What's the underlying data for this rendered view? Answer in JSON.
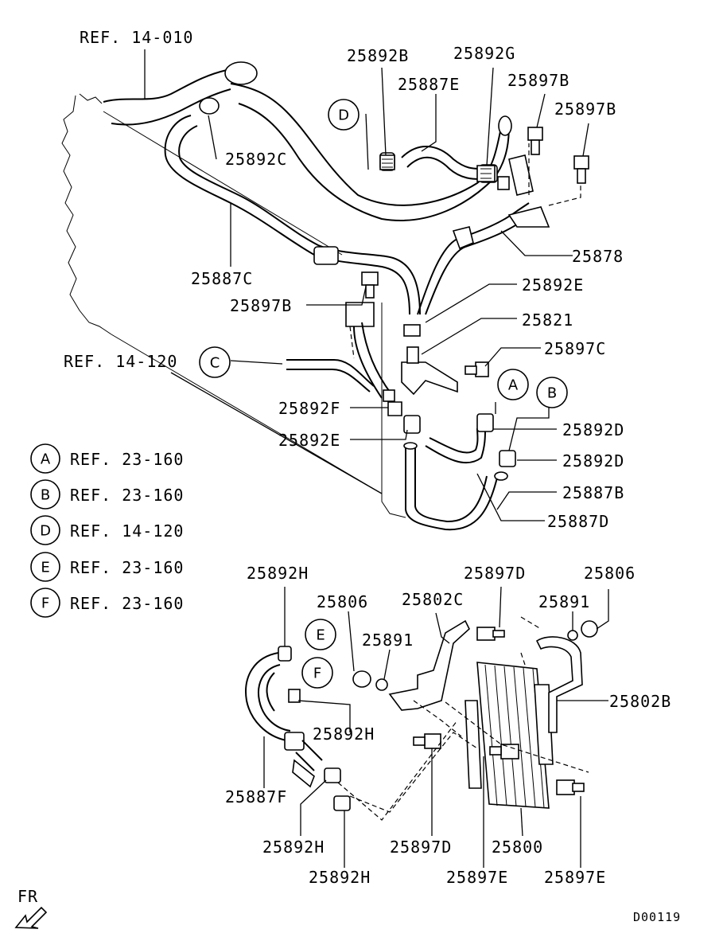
{
  "diagram_id": "D00119",
  "direction_label": "FR",
  "references": {
    "ref_14_010": "REF. 14-010",
    "ref_14_120": "REF. 14-120"
  },
  "legend": [
    {
      "letter": "A",
      "ref": "REF. 23-160"
    },
    {
      "letter": "B",
      "ref": "REF. 23-160"
    },
    {
      "letter": "D",
      "ref": "REF. 14-120"
    },
    {
      "letter": "E",
      "ref": "REF. 23-160"
    },
    {
      "letter": "F",
      "ref": "REF. 23-160"
    }
  ],
  "markers": {
    "A": "A",
    "B": "B",
    "C": "C",
    "D": "D",
    "E": "E",
    "F": "F"
  },
  "parts_upper": {
    "p25892B": "25892B",
    "p25892G": "25892G",
    "p25887E": "25887E",
    "p25897B_1": "25897B",
    "p25897B_2": "25897B",
    "p25892C": "25892C",
    "p25878": "25878",
    "p25887C": "25887C",
    "p25897B_3": "25897B",
    "p25892E_1": "25892E",
    "p25821": "25821",
    "p25897C": "25897C",
    "p25892F": "25892F",
    "p25892E_2": "25892E",
    "p25892D_1": "25892D",
    "p25892D_2": "25892D",
    "p25887B": "25887B",
    "p25887D": "25887D"
  },
  "parts_lower": {
    "p25892H_1": "25892H",
    "p25806_1": "25806",
    "p25802C": "25802C",
    "p25897D_1": "25897D",
    "p25891_1": "25891",
    "p25806_2": "25806",
    "p25891_2": "25891",
    "p25802B": "25802B",
    "p25892H_2": "25892H",
    "p25887F": "25887F",
    "p25892H_3": "25892H",
    "p25897D_2": "25897D",
    "p25800": "25800",
    "p25892H_4": "25892H",
    "p25897E_1": "25897E",
    "p25897E_2": "25897E"
  }
}
